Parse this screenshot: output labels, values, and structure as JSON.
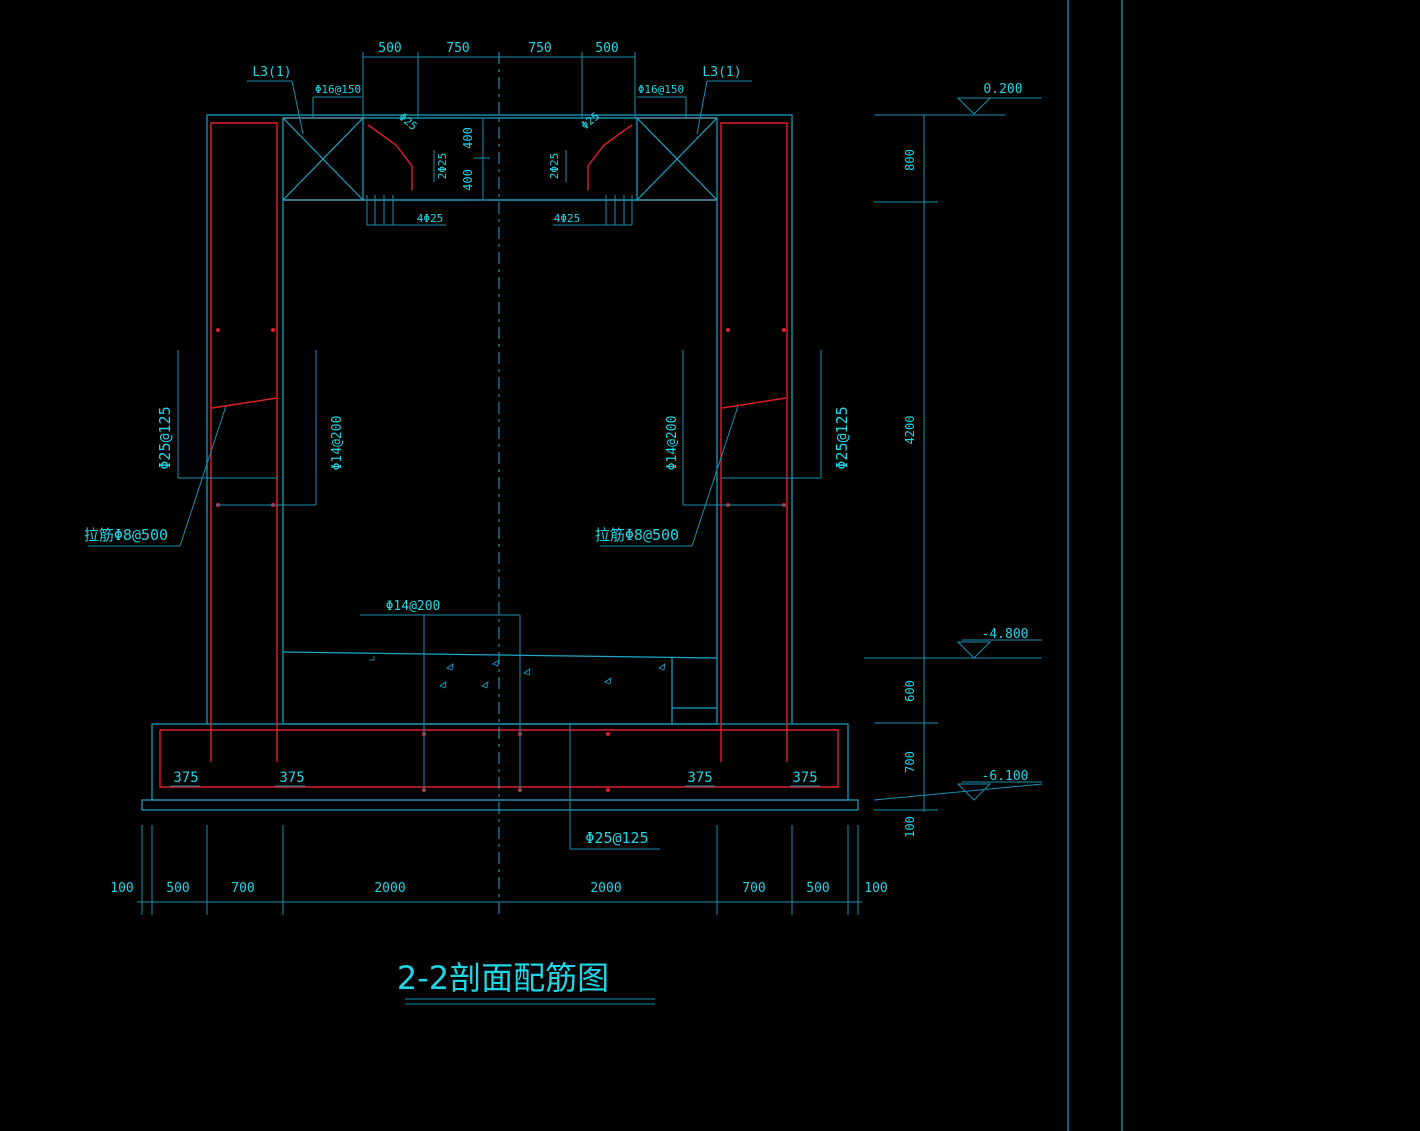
{
  "title": "2-2剖面配筋图",
  "colors": {
    "background": "#000000",
    "concrete_outline": "#1aa7c9",
    "rebar": "#e0202a",
    "text": "#1fd6e6"
  },
  "top_dims": [
    "500",
    "750",
    "750",
    "500"
  ],
  "bottom_dims": [
    "100",
    "500",
    "700",
    "2000",
    "2000",
    "700",
    "500",
    "100"
  ],
  "right_dims": [
    "800",
    "4200",
    "600",
    "700",
    "100"
  ],
  "elevations": [
    "0.200",
    "-4.800",
    "-6.100"
  ],
  "beam_dims": [
    "400",
    "400"
  ],
  "labels": {
    "beam_left": "L3(1)",
    "beam_right": "L3(1)",
    "stirrup_left": "Φ16@150",
    "stirrup_right": "Φ16@150",
    "haunch_left": "Φ25",
    "haunch_right": "Φ25",
    "side_left": "2Φ25",
    "side_right": "2Φ25",
    "bottom_left": "4Φ25",
    "bottom_right": "4Φ25",
    "wall_outer_left": "Φ25@125",
    "wall_inner_left": "Φ14@200",
    "wall_inner_right": "Φ14@200",
    "wall_outer_right": "Φ25@125",
    "tie_left": "拉筋Φ8@500",
    "tie_right": "拉筋Φ8@500",
    "slab_top": "Φ14@200",
    "slab_bottom": "Φ25@125"
  },
  "anchor_dims": [
    "375",
    "375",
    "375",
    "375"
  ]
}
